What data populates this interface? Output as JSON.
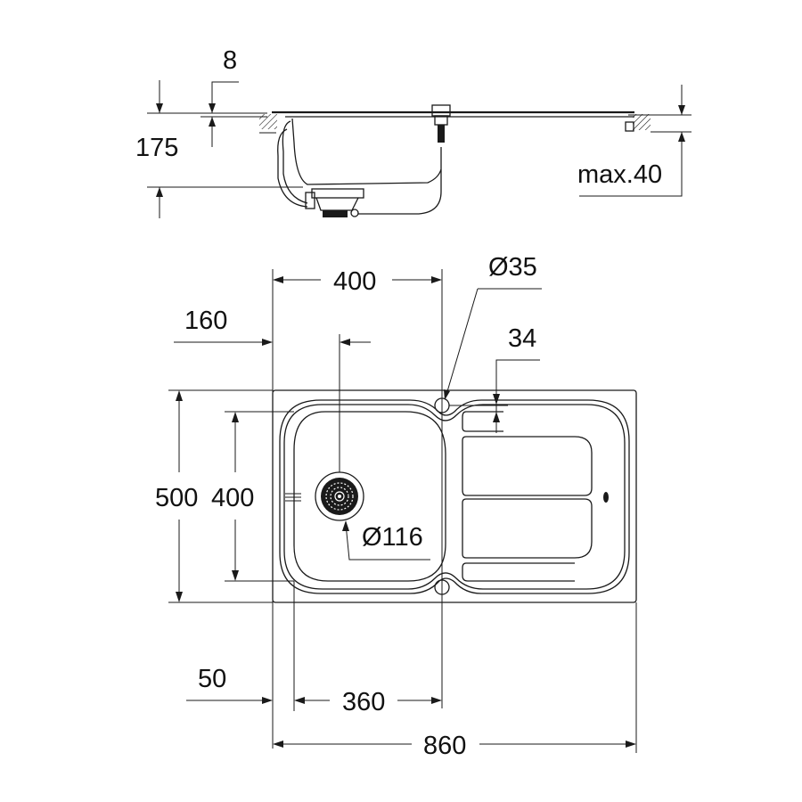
{
  "drawing": {
    "type": "technical-drawing",
    "subject": "inset kitchen sink with drainer",
    "side_view": {
      "dimensions": {
        "rim_thickness": "8",
        "bowl_depth": "175",
        "worktop_max_thickness": "max.40"
      }
    },
    "top_view": {
      "dimensions": {
        "bowl_outer_width": "400",
        "tap_hole_diameter": "Ø35",
        "drain_offset_from_left": "160",
        "drainer_rib_offset": "34",
        "overall_depth": "500",
        "bowl_depth": "400",
        "waste_diameter": "Ø116",
        "bowl_left_margin": "50",
        "bowl_inner_width": "360",
        "overall_width": "860"
      }
    },
    "colors": {
      "line": "#1a1a1a",
      "background": "#ffffff"
    }
  }
}
